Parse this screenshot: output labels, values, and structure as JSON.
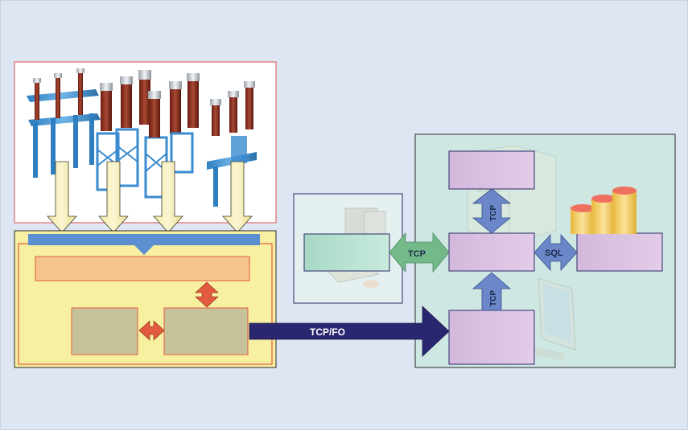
{
  "labels": {
    "tcp_fo": "TCP/FO",
    "tcp_left": "TCP",
    "tcp_top": "TCP",
    "sql": "SQL",
    "tcp_bottom": "TCP"
  },
  "colors": {
    "background": "#dde6f2",
    "equipment_panel_border": "#e06a6a",
    "bay_fill": "#f7f0a0",
    "bay_bus": "#5b8fd1",
    "bay_bar": "#f5c48e",
    "bay_box": "#c6c39a",
    "red_accent": "#e25a3f",
    "station_panel": "#cfe7e3",
    "station_box": "#d9bfe0",
    "green_box": "#b6dfd0",
    "navy_arrow": "#2a2670",
    "green_arrow": "#74b98a",
    "blue_arrow": "#6b86c9",
    "db_cylinder": "#f5d060",
    "db_cap": "#f07060"
  },
  "icons": {
    "equipment": "high-voltage-switchgear-image",
    "hmi_pc": "desktop-computer-icon",
    "server": "server-tower-icon",
    "database": "database-cylinders-icon",
    "monitor": "monitor-icon"
  }
}
